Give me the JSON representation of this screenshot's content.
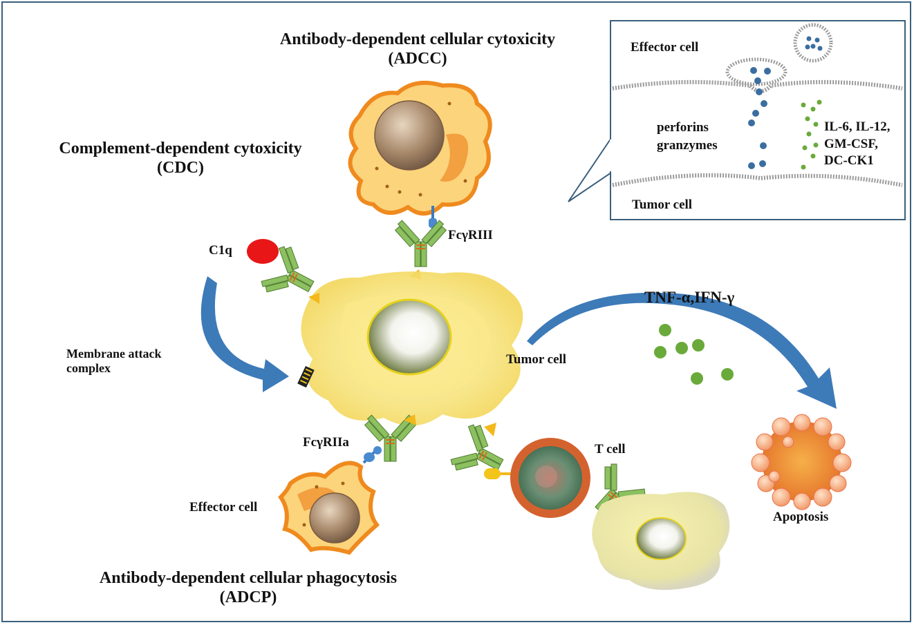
{
  "titles": {
    "adcc": [
      "Antibody-dependent cellular cytoxicity",
      "(ADCC)"
    ],
    "cdc": [
      "Complement-dependent cytoxicity",
      "(CDC)"
    ],
    "adcp": [
      "Antibody-dependent cellular phagocytosis",
      "(ADCP)"
    ]
  },
  "labels": {
    "fc_r3": "FcγRIII",
    "c1q": "C1q",
    "mac": [
      "Membrane attack",
      "complex"
    ],
    "tnf": "TNF-α,IFN-γ",
    "tumor_cell": "Tumor cell",
    "fc_r2a": "FcγRIIa",
    "effector_cell": "Effector cell",
    "t_cell": "T cell",
    "apoptosis": "Apoptosis"
  },
  "inset": {
    "effector_cell": "Effector cell",
    "tumor_cell": "Tumor cell",
    "perforins": [
      "perforins",
      "granzymes"
    ],
    "cytokines": [
      "IL-6, IL-12,",
      "GM-CSF,",
      "DC-CK1"
    ]
  },
  "colors": {
    "border": "#3a5f7d",
    "arrow": "#3d7ab8",
    "antibody": "#8cc060",
    "effector": "#f6a23a",
    "tumor": "#f3e07a",
    "c1q": "#e81616",
    "cytokine": "#6aaa3a",
    "granule": "#3b6ea0"
  },
  "icons": [
    "curved-arrow-icon",
    "antibody-icon",
    "receptor-icon",
    "membrane-pore-icon"
  ]
}
